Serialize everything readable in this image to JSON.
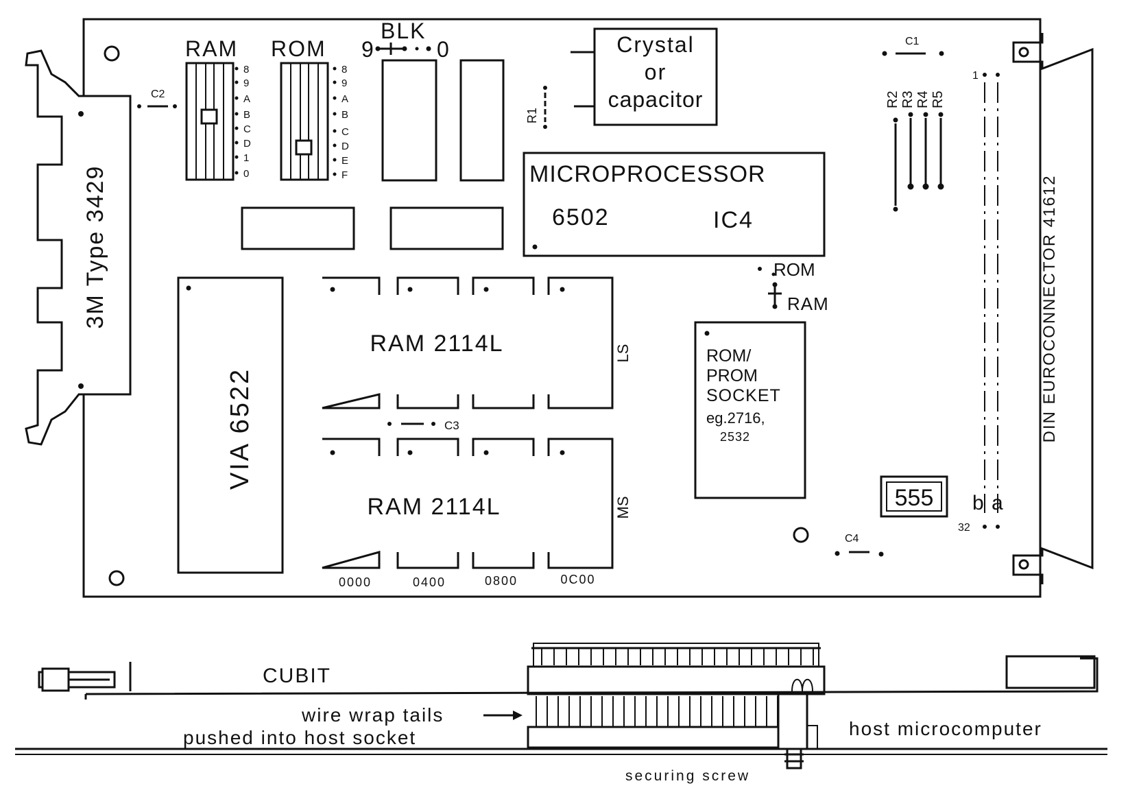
{
  "board": {
    "card_holder_label": "3M Type 3429",
    "connector_label": "DIN EUROCONNECTOR 41612",
    "ram_switch": {
      "label": "RAM",
      "positions": [
        "8",
        "9",
        "A",
        "B",
        "C",
        "D",
        "1",
        "0"
      ]
    },
    "rom_switch": {
      "label": "ROM",
      "positions": [
        "8",
        "9",
        "A",
        "B",
        "C",
        "D",
        "E",
        "F"
      ]
    },
    "blk_jumper": {
      "label": "BLK",
      "left": "9",
      "right": "0"
    },
    "crystal_box": {
      "line1": "Crystal",
      "line2": "or",
      "line3": "capacitor"
    },
    "microprocessor": {
      "title": "MICROPROCESSOR",
      "part": "6502",
      "ref": "IC4"
    },
    "via_chip": "VIA 6522",
    "ram_upper": {
      "label": "RAM 2114L",
      "side": "LS"
    },
    "ram_lower": {
      "label": "RAM 2114L",
      "side": "MS"
    },
    "addresses": [
      "0000",
      "0400",
      "0800",
      "0C00"
    ],
    "rom_socket": {
      "line1": "ROM/",
      "line2": "PROM",
      "line3": "SOCKET",
      "line4": "eg.2716,",
      "line5": "2532"
    },
    "rom_ram_jumper": {
      "rom": "ROM",
      "ram": "RAM"
    },
    "timer_chip": "555",
    "capacitors": [
      "C1",
      "C2",
      "C3",
      "C4"
    ],
    "resistors": [
      "R1",
      "R2",
      "R3",
      "R4",
      "R5"
    ],
    "pin_first": "1",
    "pin_last": "32",
    "rows": {
      "b": "b",
      "a": "a"
    }
  },
  "side_view": {
    "cubit_label": "CUBIT",
    "wire_wrap_label": "wire wrap tails",
    "pushed_label": "pushed into host socket",
    "host_label": "host microcomputer",
    "screw_label": "securing screw"
  }
}
